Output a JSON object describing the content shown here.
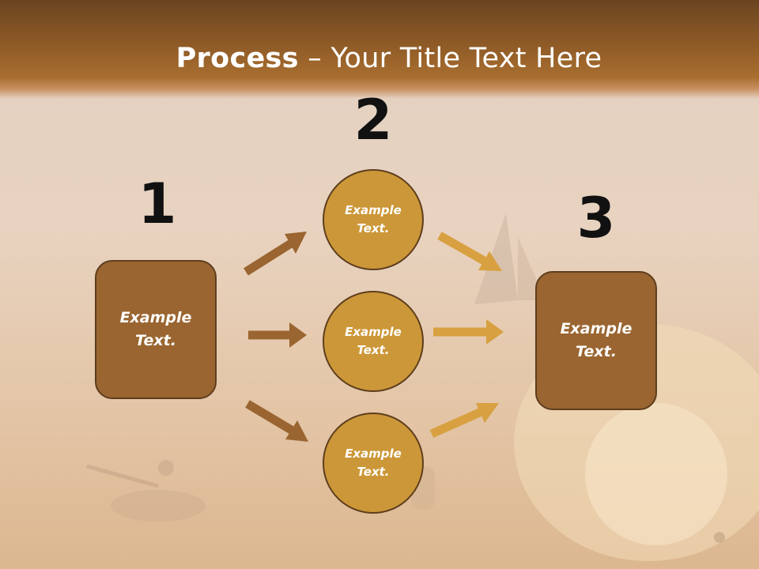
{
  "title": {
    "bold": "Process",
    "rest": " – Your Title Text Here"
  },
  "steps": {
    "one": {
      "number": "1",
      "text": "Example Text."
    },
    "two": {
      "number": "2",
      "items": [
        "Example Text.",
        "Example Text.",
        "Example Text."
      ]
    },
    "three": {
      "number": "3",
      "text": "Example Text."
    }
  },
  "colors": {
    "box_fill": "#9a6530",
    "circle_fill": "#cc9738",
    "outline": "#5e3d1d",
    "arrow_left": "#9a6530",
    "arrow_right": "#d8a040",
    "header": "#8e5a26"
  }
}
